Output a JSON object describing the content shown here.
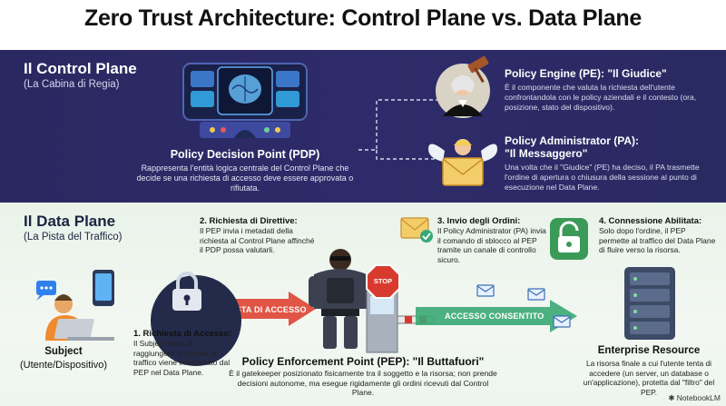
{
  "title": "Zero Trust Architecture: Control Plane vs. Data Plane",
  "control_plane": {
    "heading": "Il Control Plane",
    "subheading": "(La Cabina di Regia)",
    "pdp": {
      "title": "Policy Decision Point (PDP)",
      "description": "Rappresenta l'entità logica centrale del Control Plane che decide se una richiesta di accesso deve essere approvata o rifiutata."
    },
    "pe": {
      "title": "Policy Engine (PE): \"Il Giudice\"",
      "description": "È il componente che valuta la richiesta dell'utente confrontandola con le policy aziendali e il contesto (ora, posizione, stato del dispositivo)."
    },
    "pa": {
      "title_line1": "Policy Administrator (PA):",
      "title_line2": "\"Il Messaggero\"",
      "description": "Una volta che il \"Giudice\" (PE) ha deciso, il PA trasmette l'ordine di apertura o chiusura della sessione al punto di esecuzione nel Data Plane."
    }
  },
  "data_plane": {
    "heading": "Il Data Plane",
    "subheading": "(La Pista del Traffico)",
    "step1": {
      "title": "1. Richiesta di Accesso:",
      "description": "Il Subject tenta di raggiungere la risorsa; il traffico viene intercettato dal PEP nel Data Plane."
    },
    "step2": {
      "title": "2. Richiesta di Direttive:",
      "description": "Il PEP invia i metadati della richiesta al Control Plane affinché il PDP possa valutarli."
    },
    "step3": {
      "title": "3. Invio degli Ordini:",
      "description": "Il Policy Administrator (PA) invia il comando di sblocco al PEP tramite un canale di controllo sicuro."
    },
    "step4": {
      "title": "4. Connessione Abilitata:",
      "description": "Solo dopo l'ordine, il PEP permette al traffico del Data Plane di fluire verso la risorsa."
    },
    "request_label": "RICHIESTA DI ACCESSO",
    "granted_label": "ACCESSO CONSENTITO",
    "stop_sign": "STOP",
    "subject": {
      "title": "Subject",
      "subtitle": "(Utente/Dispositivo)"
    },
    "pep": {
      "title": "Policy Enforcement Point (PEP): \"Il Buttafuori\"",
      "description": "È il gatekeeper posizionato fisicamente tra il soggetto e la risorsa; non prende decisioni autonome, ma esegue rigidamente gli ordini ricevuti dal Control Plane."
    },
    "resource": {
      "title": "Enterprise Resource",
      "description": "La risorsa finale a cui l'utente tenta di accedere (un server, un database o un'applicazione), protetta dal \"filtro\" del PEP."
    }
  },
  "brand": "NotebookLM",
  "colors": {
    "control_plane_bg": "#2e2b6a",
    "data_plane_bg": "#eef5ef",
    "red_arrow": "#e05545",
    "green_arrow": "#3aa874",
    "lock_green": "#3b9a58"
  }
}
